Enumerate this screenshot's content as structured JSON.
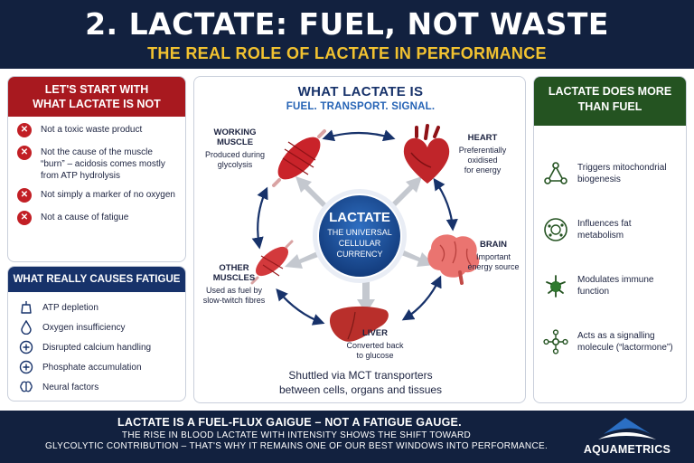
{
  "header": {
    "title": "2. LACTATE: FUEL, NOT WASTE",
    "subtitle": "THE REAL ROLE OF LACTATE IN PERFORMANCE"
  },
  "not_panel": {
    "title_line1": "LET'S START WITH",
    "title_line2": "WHAT LACTATE IS NOT",
    "items": [
      "Not a toxic waste product",
      "Not the cause of the muscle “burn” – acidosis comes mostly from ATP hydrolysis",
      "Not simply a marker of no oxygen",
      "Not a cause of fatigue"
    ]
  },
  "cause_panel": {
    "title": "WHAT REALLY CAUSES FATIGUE",
    "items": [
      {
        "label": "ATP depletion",
        "icon": "atp-icon"
      },
      {
        "label": "Oxygen insufficiency",
        "icon": "oxygen-drop-icon"
      },
      {
        "label": "Disrupted calcium handling",
        "icon": "plus-circle-icon"
      },
      {
        "label": "Phosphate accumulation",
        "icon": "plus-circle-icon"
      },
      {
        "label": "Neural factors",
        "icon": "brain-icon"
      }
    ]
  },
  "center": {
    "title": "WHAT LACTATE IS",
    "subtitle": "FUEL. TRANSPORT. SIGNAL.",
    "hub_title": "LACTATE",
    "hub_line1": "THE UNIVERSAL",
    "hub_line2": "CELLULAR",
    "hub_line3": "CURRENCY",
    "nodes": {
      "working_muscle": {
        "title_line1": "WORKING",
        "title_line2": "MUSCLE",
        "desc_line1": "Produced during",
        "desc_line2": "glycolysis"
      },
      "heart": {
        "title": "HEART",
        "desc_line1": "Preferentially",
        "desc_line2": "oxidised",
        "desc_line3": "for energy"
      },
      "brain": {
        "title": "BRAIN",
        "desc_line1": "Important",
        "desc_line2": "energy source"
      },
      "liver": {
        "title": "LIVER",
        "desc_line1": "Converted back",
        "desc_line2": "to glucose"
      },
      "other_muscles": {
        "title_line1": "OTHER",
        "title_line2": "MUSCLES",
        "desc_line1": "Used as fuel by",
        "desc_line2": "slow-twitch fibres"
      }
    },
    "footer_line1": "Shuttled via MCT transporters",
    "footer_line2": "between cells, organs and tissues"
  },
  "more_panel": {
    "title_line1": "LACTATE DOES MORE",
    "title_line2": "THAN FUEL",
    "items": [
      {
        "line1": "Triggers mitochondrial",
        "line2": "biogenesis",
        "icon": "molecule-icon"
      },
      {
        "line1": "Influences fat",
        "line2": "metabolism",
        "icon": "cell-icon"
      },
      {
        "line1": "Modulates immune",
        "line2": "function",
        "icon": "immune-icon"
      },
      {
        "line1": "Acts as a signalling",
        "line2": "molecule (“lactormone”)",
        "icon": "network-icon"
      }
    ]
  },
  "footer": {
    "main": "LACTATE IS A FUEL-FLUX GAIGUE – NOT A FATIGUE GAUGE.",
    "sub_line1": "THE RISE IN BLOOD LACTATE WITH INTENSITY SHOWS THE SHIFT TOWARD",
    "sub_line2": "GLYCOLYTIC CONTRIBUTION – THAT'S WHY IT REMAINS ONE OF OUR BEST WINDOWS INTO PERFORMANCE.",
    "brand": "AQUAMETRICS"
  },
  "colors": {
    "navy": "#12213f",
    "gold": "#f2c230",
    "red": "#a8191f",
    "green": "#245321",
    "blue": "#2563b5"
  }
}
